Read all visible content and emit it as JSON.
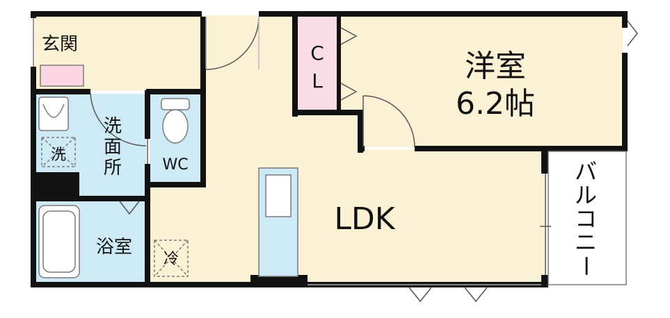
{
  "rooms": {
    "entrance": "玄関",
    "closet_top": "C",
    "closet_bottom": "L",
    "western_room": "洋室",
    "western_room_size": "6.2帖",
    "washroom_1": "洗",
    "washroom_2": "面",
    "washroom_3": "所",
    "washer": "洗",
    "toilet": "WC",
    "bathroom": "浴室",
    "fridge": "冷",
    "ldk": "LDK",
    "balcony_1": "バ",
    "balcony_2": "ル",
    "balcony_3": "コ",
    "balcony_4": "ニ",
    "balcony_5": "ー"
  },
  "colors": {
    "wall": "#111111",
    "floor_cream": "#fbf1d4",
    "wet_blue": "#cdeaf6",
    "closet_pink": "#f9dde5",
    "shoe_pink": "#fad6e2",
    "outline_gray": "#7a7a7a",
    "background": "#ffffff"
  }
}
